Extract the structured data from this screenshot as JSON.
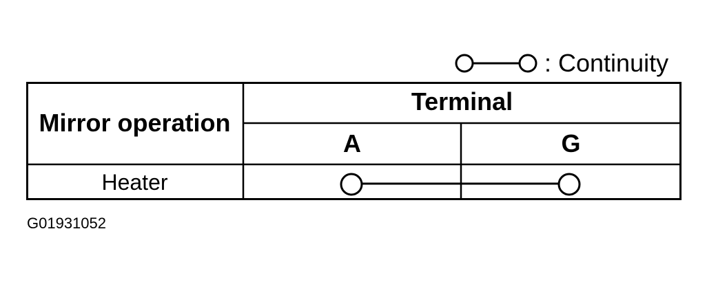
{
  "legend": {
    "symbol": "continuity-symbol",
    "label": ": Continuity"
  },
  "table": {
    "row_header": "Mirror operation",
    "column_group_header": "Terminal",
    "columns": [
      "A",
      "G"
    ],
    "rows": [
      {
        "label": "Heater",
        "connection": [
          "A",
          "G"
        ]
      }
    ]
  },
  "figure_id": "G01931052",
  "colors": {
    "ink": "#000000",
    "background": "#ffffff"
  }
}
